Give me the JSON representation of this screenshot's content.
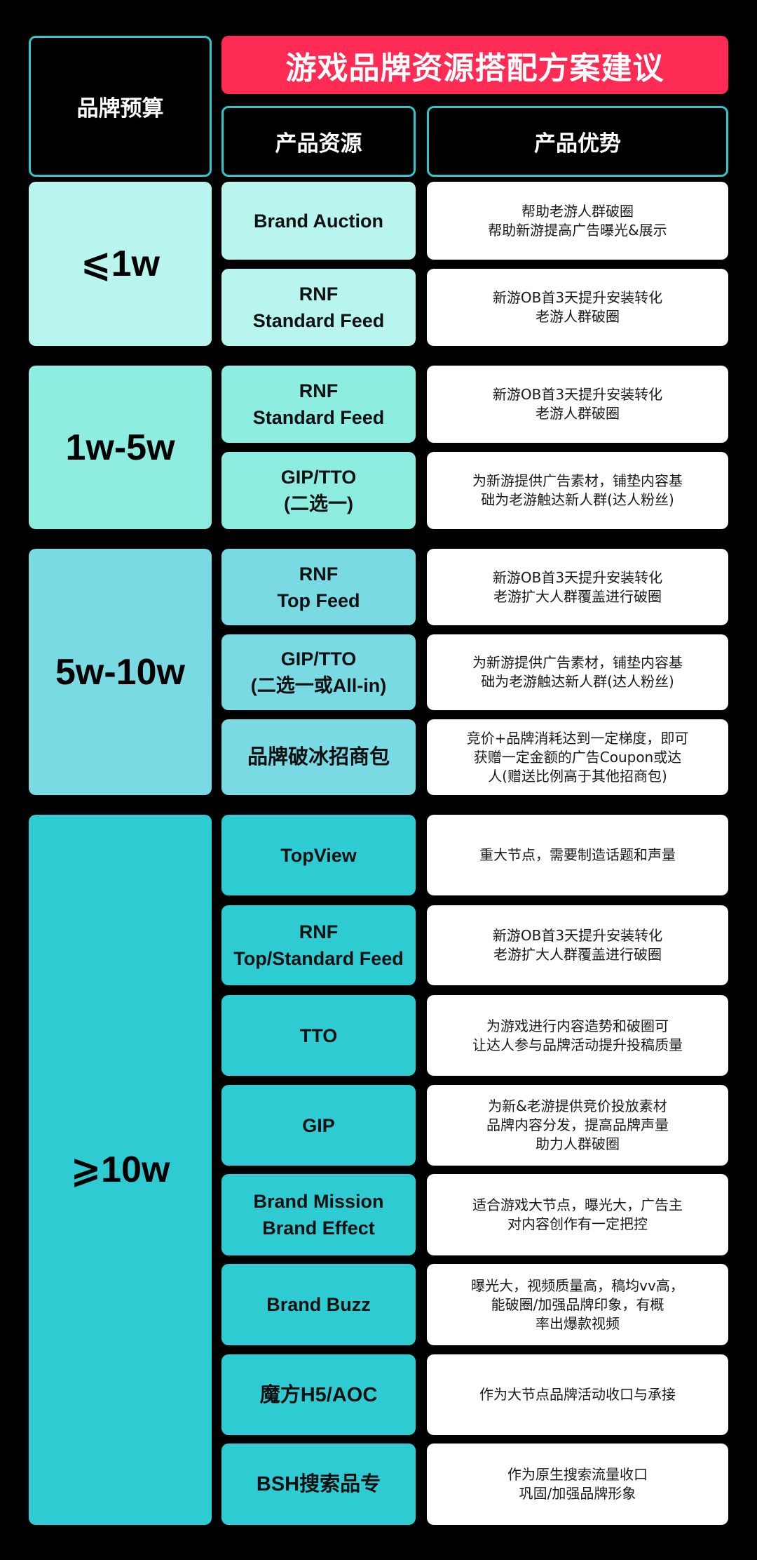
{
  "header": {
    "title": "游戏品牌资源搭配方案建议",
    "budget_label": "品牌预算",
    "resource_label": "产品资源",
    "advantage_label": "产品优势"
  },
  "colors": {
    "background": "#000000",
    "title_bg": "#fe2c55",
    "header_border": "#2cc6cc",
    "tier1": "#b8f5ee",
    "tier2": "#8eede1",
    "tier3": "#7adae3",
    "tier4": "#2eccd2",
    "advantage_bg": "#ffffff"
  },
  "tiers": [
    {
      "budget": "⩽1w",
      "rows": [
        {
          "product": [
            "Brand Auction"
          ],
          "advantage": [
            "帮助老游人群破圈",
            "帮助新游提高广告曝光&展示"
          ]
        },
        {
          "product": [
            "RNF",
            "Standard Feed"
          ],
          "advantage": [
            "新游OB首3天提升安装转化",
            "老游人群破圈"
          ]
        }
      ]
    },
    {
      "budget": "1w-5w",
      "rows": [
        {
          "product": [
            "RNF",
            "Standard Feed"
          ],
          "advantage": [
            "新游OB首3天提升安装转化",
            "老游人群破圈"
          ]
        },
        {
          "product": [
            "GIP/TTO",
            "(二选一)"
          ],
          "advantage": [
            "为新游提供广告素材，铺垫内容基",
            "础为老游触达新人群(达人粉丝)"
          ]
        }
      ]
    },
    {
      "budget": "5w-10w",
      "rows": [
        {
          "product": [
            "RNF",
            "Top Feed"
          ],
          "advantage": [
            "新游OB首3天提升安装转化",
            "老游扩大人群覆盖进行破圈"
          ]
        },
        {
          "product": [
            "GIP/TTO",
            "(二选一或All-in)"
          ],
          "advantage": [
            "为新游提供广告素材，铺垫内容基",
            "础为老游触达新人群(达人粉丝)"
          ]
        },
        {
          "product": [
            "品牌破冰招商包"
          ],
          "advantage": [
            "竞价+品牌消耗达到一定梯度，即可",
            "获赠一定金额的广告Coupon或达",
            "人(赠送比例高于其他招商包)"
          ]
        }
      ]
    },
    {
      "budget": "⩾10w",
      "rows": [
        {
          "product": [
            "TopView"
          ],
          "advantage": [
            "重大节点，需要制造话题和声量"
          ]
        },
        {
          "product": [
            "RNF",
            "Top/Standard Feed"
          ],
          "advantage": [
            "新游OB首3天提升安装转化",
            "老游扩大人群覆盖进行破圈"
          ]
        },
        {
          "product": [
            "TTO"
          ],
          "advantage": [
            "为游戏进行内容造势和破圈可",
            "让达人参与品牌活动提升投稿质量"
          ]
        },
        {
          "product": [
            "GIP"
          ],
          "advantage": [
            "为新&老游提供竞价投放素材",
            "品牌内容分发，提高品牌声量",
            "助力人群破圈"
          ]
        },
        {
          "product": [
            "Brand Mission",
            "Brand Effect"
          ],
          "advantage": [
            "适合游戏大节点，曝光大，广告主",
            "对内容创作有一定把控"
          ]
        },
        {
          "product": [
            "Brand Buzz"
          ],
          "advantage": [
            "曝光大，视频质量高，稿均vv高，",
            "能破圈/加强品牌印象，有概",
            "率出爆款视频"
          ]
        },
        {
          "product": [
            "魔方H5/AOC"
          ],
          "advantage": [
            "作为大节点品牌活动收口与承接"
          ]
        },
        {
          "product": [
            "BSH搜索品专"
          ],
          "advantage": [
            "作为原生搜索流量收口",
            "巩固/加强品牌形象"
          ]
        }
      ]
    }
  ]
}
